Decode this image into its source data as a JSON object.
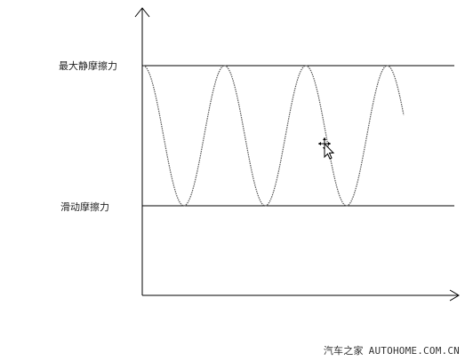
{
  "labels": {
    "max_static_friction": "最大静摩擦力",
    "sliding_friction": "滑动摩擦力"
  },
  "watermark": {
    "cn": "汽车之家",
    "site": "AUTOHOME.COM.CN"
  },
  "icons": {
    "cursor": "move-cursor-icon"
  },
  "colors": {
    "line": "#000000",
    "curve": "#555555",
    "background": "#ffffff"
  }
}
